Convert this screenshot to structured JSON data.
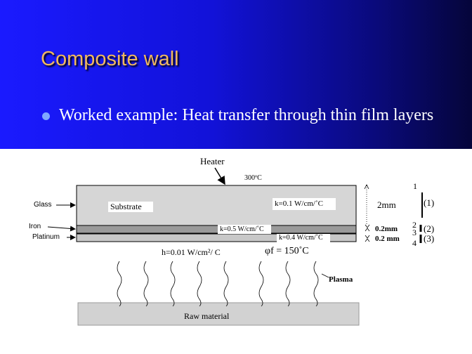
{
  "slide": {
    "title": "Composite wall",
    "bullet": "Worked example: Heat transfer through thin film layers"
  },
  "diagram": {
    "heater_label": "Heater",
    "temp_top": "300ºC",
    "glass_label": "Glass",
    "iron_label": "Iron",
    "platinum_label": "Platinum",
    "substrate_label": "Substrate",
    "k_glass": "k=0.1 W/cm/˚C",
    "k_iron": "k=0.5 W/cm/˚C",
    "k_platinum": "k=0.4 W/cm/˚C",
    "h_label": "h=0.01 W/cm²/ C",
    "phi_label": "φf = 150˚C",
    "plasma_label": "Plasma",
    "raw_material_label": "Raw material",
    "thickness_glass": "2mm",
    "thickness_iron": "0.2mm",
    "thickness_platinum": "0.2 mm",
    "interfaces": [
      "1",
      "2",
      "3",
      "4"
    ],
    "layer_numbers": [
      "(1)",
      "(2)",
      "(3)"
    ]
  }
}
